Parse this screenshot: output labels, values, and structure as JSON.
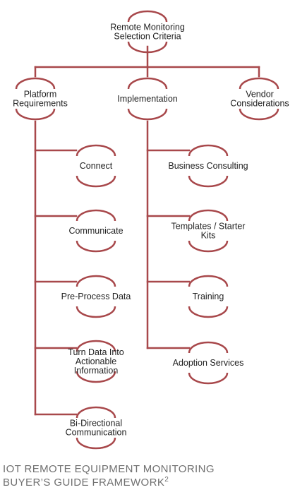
{
  "diagram": {
    "root": {
      "label_lines": [
        "Remote Monitoring",
        "Selection Criteria"
      ]
    },
    "categories": [
      {
        "id": "platform",
        "label_lines": [
          "Platform",
          "Requirements"
        ]
      },
      {
        "id": "implementation",
        "label_lines": [
          "Implementation"
        ]
      },
      {
        "id": "vendor",
        "label_lines": [
          "Vendor",
          "Considerations"
        ]
      }
    ],
    "platform_items": [
      {
        "label_lines": [
          "Connect"
        ]
      },
      {
        "label_lines": [
          "Communicate"
        ]
      },
      {
        "label_lines": [
          "Pre-Process Data"
        ]
      },
      {
        "label_lines": [
          "Turn Data Into",
          "Actionable",
          "Information"
        ]
      },
      {
        "label_lines": [
          "Bi-Directional",
          "Communication"
        ]
      }
    ],
    "implementation_items": [
      {
        "label_lines": [
          "Business Consulting"
        ]
      },
      {
        "label_lines": [
          "Templates / Starter",
          "Kits"
        ]
      },
      {
        "label_lines": [
          "Training"
        ]
      },
      {
        "label_lines": [
          "Adoption Services"
        ]
      }
    ],
    "colors": {
      "line": "#a8484b",
      "text": "#222222",
      "caption": "#707070"
    }
  },
  "caption": {
    "line1": "IOT REMOTE EQUIPMENT MONITORING",
    "line2": "BUYER’S GUIDE FRAMEWORK",
    "superscript": "2"
  }
}
